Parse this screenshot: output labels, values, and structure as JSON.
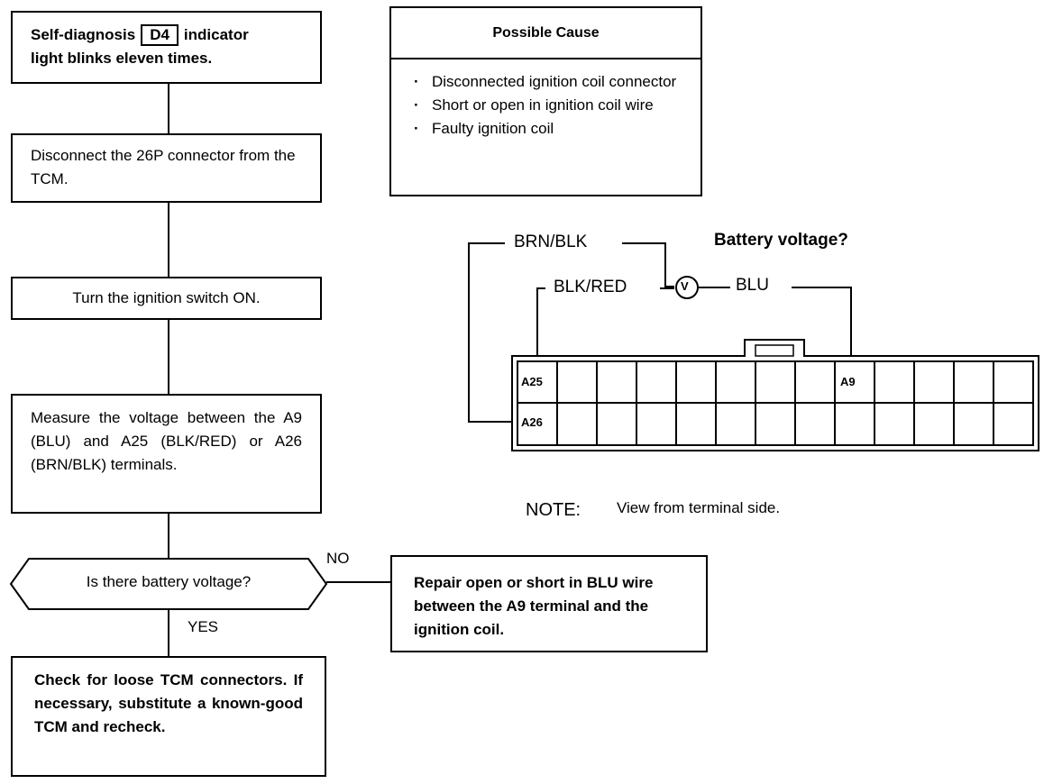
{
  "flow": {
    "step1": {
      "prefix": "Self-diagnosis",
      "indicator": "D4",
      "suffix": "indicator",
      "line2": "light blinks eleven times."
    },
    "step2": "Disconnect the 26P connector from the TCM.",
    "step3": "Turn the ignition switch ON.",
    "step4": "Measure the voltage between the A9 (BLU) and A25 (BLK/RED) or A26 (BRN/BLK) terminals.",
    "decision": "Is there battery voltage?",
    "no_label": "NO",
    "yes_label": "YES",
    "no_result": "Repair open or short in BLU wire between the A9 terminal and the ignition coil.",
    "yes_result": "Check for loose TCM connectors. If necessary, substitute a known-good TCM and recheck."
  },
  "causes": {
    "title": "Possible Cause",
    "items": [
      "Disconnected ignition coil connector",
      "Short or open in ignition coil wire",
      "Faulty ignition coil"
    ]
  },
  "connector": {
    "wire_brn": "BRN/BLK",
    "wire_blk": "BLK/RED",
    "wire_blu": "BLU",
    "meter": "V",
    "question": "Battery voltage?",
    "cell_a25": "A25",
    "cell_a26": "A26",
    "cell_a9": "A9"
  },
  "note": {
    "label": "NOTE:",
    "text": "View from terminal side."
  }
}
